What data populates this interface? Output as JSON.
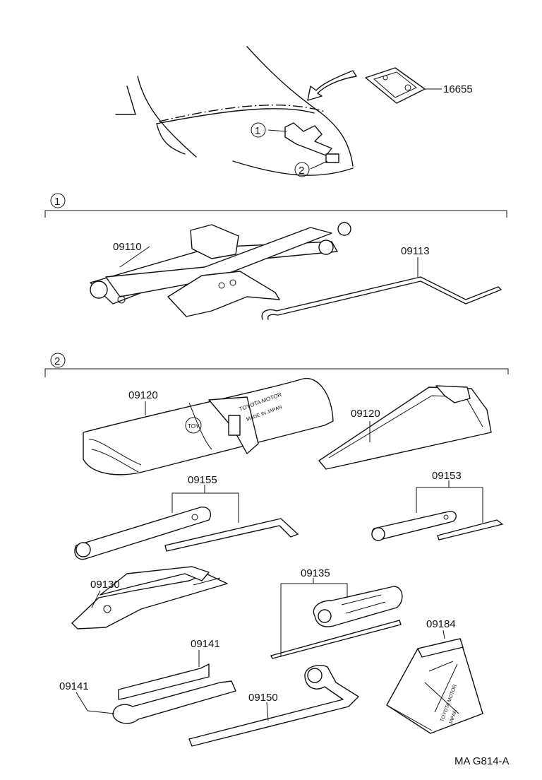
{
  "parts": {
    "p16655": "16655",
    "p09110": "09110",
    "p09113": "09113",
    "p09120a": "09120",
    "p09120b": "09120",
    "p09155": "09155",
    "p09153": "09153",
    "p09130": "09130",
    "p09135": "09135",
    "p09141a": "09141",
    "p09141b": "09141",
    "p09184": "09184",
    "p09150": "09150"
  },
  "callouts": {
    "one": "1",
    "two": "2"
  },
  "groups": {
    "g1": "1",
    "g2": "2"
  },
  "diagram_code": "MA G814-A",
  "printed_text": {
    "pouch_lettering": "TOYOTA MOTOR",
    "pouch_made_in": "MADE IN JAPAN",
    "chock_lettering": "TOYOTA MOTOR",
    "chock_made_in": "JAPAN",
    "pouch_badge": "TOY"
  }
}
